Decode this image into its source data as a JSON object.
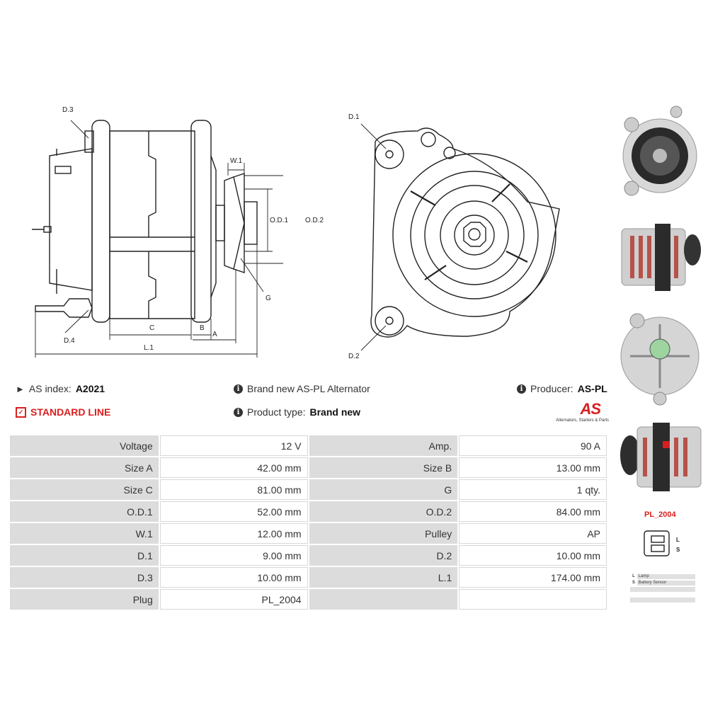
{
  "drawing_labels": {
    "d3": "D.3",
    "d4": "D.4",
    "c": "C",
    "b": "B",
    "a": "A",
    "l1": "L.1",
    "w1": "W.1",
    "od1": "O.D.1",
    "od2": "O.D.2",
    "g": "G",
    "d1": "D.1",
    "d2": "D.2"
  },
  "info": {
    "as_index_label": "AS index:",
    "as_index_value": "A2021",
    "brand_text": "Brand new AS-PL Alternator",
    "producer_label": "Producer:",
    "producer_value": "AS-PL",
    "standard_line": "STANDARD LINE",
    "product_type_label": "Product type:",
    "product_type_value": "Brand new",
    "logo_text": "AS",
    "logo_tagline": "Alternators, Starters & Parts"
  },
  "spec_rows": [
    {
      "label1": "Voltage",
      "value1": "12 V",
      "label2": "Amp.",
      "value2": "90 A"
    },
    {
      "label1": "Size A",
      "value1": "42.00 mm",
      "label2": "Size B",
      "value2": "13.00 mm"
    },
    {
      "label1": "Size C",
      "value1": "81.00 mm",
      "label2": "G",
      "value2": "1 qty."
    },
    {
      "label1": "O.D.1",
      "value1": "52.00 mm",
      "label2": "O.D.2",
      "value2": "84.00 mm"
    },
    {
      "label1": "W.1",
      "value1": "12.00 mm",
      "label2": "Pulley",
      "value2": "AP"
    },
    {
      "label1": "D.1",
      "value1": "9.00 mm",
      "label2": "D.2",
      "value2": "10.00 mm"
    },
    {
      "label1": "D.3",
      "value1": "10.00 mm",
      "label2": "L.1",
      "value2": "174.00 mm"
    },
    {
      "label1": "Plug",
      "value1": "PL_2004",
      "label2": "",
      "value2": ""
    }
  ],
  "plug": {
    "name": "PL_2004",
    "pin_l": "L",
    "pin_s": "S",
    "legend": [
      {
        "key": "L",
        "desc": "Lamp"
      },
      {
        "key": "S",
        "desc": "Battery Sensor"
      },
      {
        "key": "",
        "desc": ""
      },
      {
        "key": "",
        "desc": ""
      }
    ]
  },
  "colors": {
    "accent_red": "#d81e1e",
    "label_bg": "#dcdcdc"
  }
}
